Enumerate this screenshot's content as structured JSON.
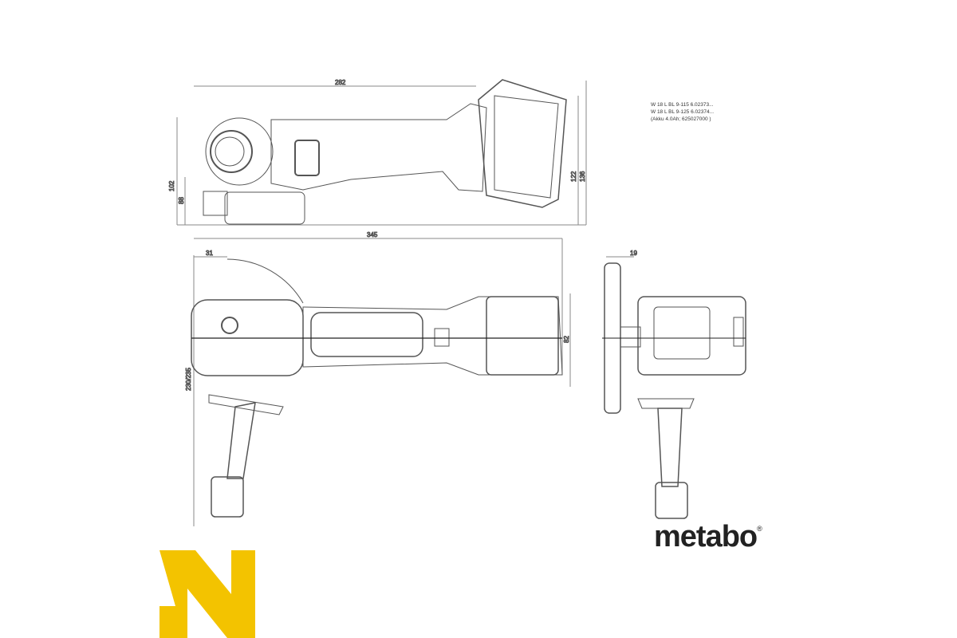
{
  "models": [
    "W 18 L BL 9-115  6.02373...",
    "W 18 L BL 9-125  6.02374...",
    "(Akku 4.0Ah; 625027000 )"
  ],
  "dimensions": {
    "side_length": "282",
    "side_height_left": "102",
    "side_height_head": "88",
    "side_height_right1": "122",
    "side_height_right2": "136",
    "top_length": "345",
    "top_offset": "31",
    "top_height": "230/235",
    "top_width": "82",
    "front_width": "19"
  },
  "brand": {
    "name": "metabo",
    "registered": "®",
    "colors": {
      "yellow": "#f3c300",
      "ink": "#222222"
    }
  }
}
